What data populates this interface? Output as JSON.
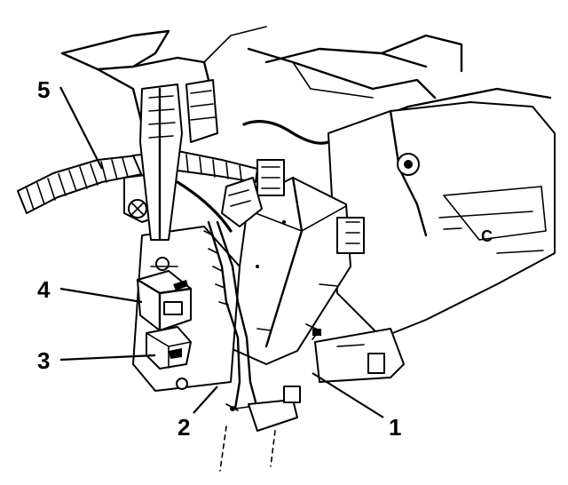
{
  "callouts": [
    {
      "id": "1",
      "label": "1"
    },
    {
      "id": "2",
      "label": "2"
    },
    {
      "id": "3",
      "label": "3"
    },
    {
      "id": "4",
      "label": "4"
    },
    {
      "id": "5",
      "label": "5"
    }
  ],
  "housing_letter": "C",
  "colors": {
    "ink": "#000000",
    "paper": "#ffffff"
  }
}
